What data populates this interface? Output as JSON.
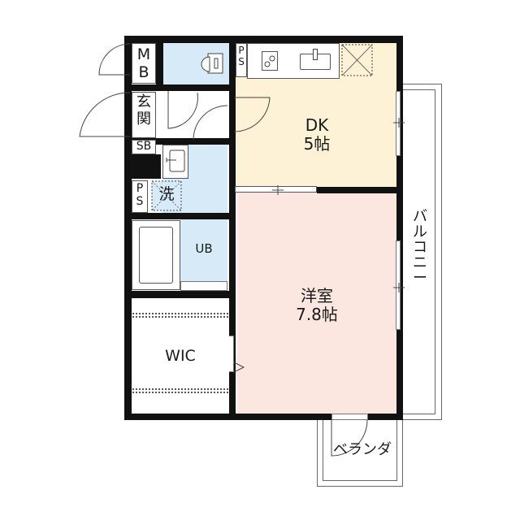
{
  "plan": {
    "colors": {
      "wall": "#111111",
      "dk_floor": "#fdf1d6",
      "western_floor": "#fbe7e0",
      "wet_area": "#d6eaf8",
      "background": "#ffffff"
    },
    "rooms": {
      "mb": "M\nB",
      "genkan": "玄\n関",
      "sb": "SB",
      "ps_top": "P\nS",
      "ps_mid": "P\nS",
      "washer": "洗",
      "ub": "UB",
      "wic": "WIC",
      "dk_name": "DK",
      "dk_size": "5帖",
      "western_name": "洋室",
      "western_size": "7.8帖",
      "balcony": "バ\nル\nコ\nニ\nー",
      "veranda": "ベランダ"
    }
  }
}
